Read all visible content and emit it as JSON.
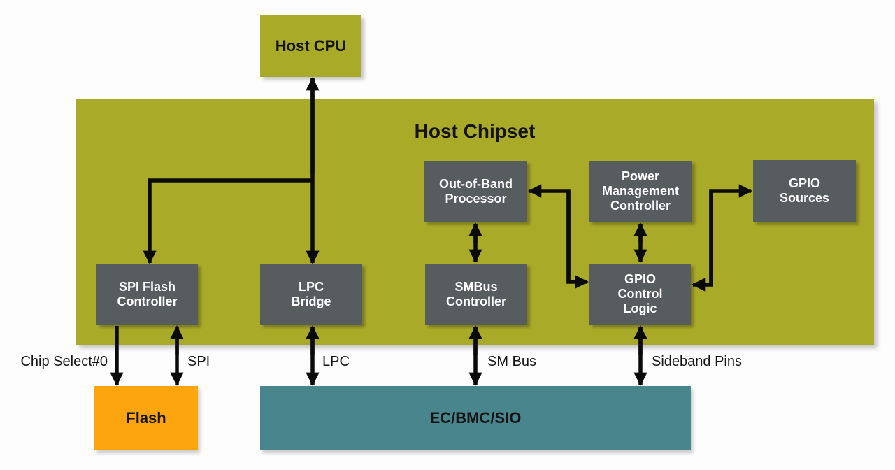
{
  "diagram": {
    "type": "block-diagram",
    "nodes": {
      "host_cpu": "Host CPU",
      "host_chipset": "Host Chipset",
      "out_of_band_processor": "Out-of-Band\nProcessor",
      "power_management_controller": "Power\nManagement\nController",
      "gpio_sources": "GPIO\nSources",
      "spi_flash_controller": "SPI Flash\nController",
      "lpc_bridge": "LPC\nBridge",
      "smbus_controller": "SMBus\nController",
      "gpio_control_logic": "GPIO\nControl\nLogic",
      "flash": "Flash",
      "ec_bmc_sio": "EC/BMC/SIO"
    },
    "connections": [
      {
        "between": [
          "host_cpu",
          "lpc_bridge"
        ],
        "arrows": "both",
        "label": ""
      },
      {
        "between": [
          "host_cpu_trunk",
          "spi_flash_controller"
        ],
        "arrows": "into_spi_flash_controller",
        "label": ""
      },
      {
        "between": [
          "out_of_band_processor",
          "smbus_controller"
        ],
        "arrows": "both",
        "label": ""
      },
      {
        "between": [
          "out_of_band_processor",
          "gpio_control_logic"
        ],
        "arrows": "both",
        "label": ""
      },
      {
        "between": [
          "power_management_controller",
          "gpio_control_logic"
        ],
        "arrows": "both",
        "label": ""
      },
      {
        "between": [
          "gpio_control_logic",
          "gpio_sources"
        ],
        "arrows": "both",
        "label": ""
      },
      {
        "between": [
          "spi_flash_controller",
          "flash"
        ],
        "arrows": "into_flash",
        "label": "Chip Select#0"
      },
      {
        "between": [
          "spi_flash_controller",
          "flash"
        ],
        "arrows": "both",
        "label": "SPI"
      },
      {
        "between": [
          "lpc_bridge",
          "ec_bmc_sio"
        ],
        "arrows": "both",
        "label": "LPC"
      },
      {
        "between": [
          "smbus_controller",
          "ec_bmc_sio"
        ],
        "arrows": "both",
        "label": "SM Bus"
      },
      {
        "between": [
          "gpio_control_logic",
          "ec_bmc_sio"
        ],
        "arrows": "both",
        "label": "Sideband Pins"
      }
    ],
    "colors": {
      "chipset_green": "#a9aa28",
      "module_gray": "#575c5f",
      "flash_orange": "#fca50f",
      "ec_teal": "#48858d",
      "arrow_black": "#0a0a0a",
      "background": "#fdfdfd"
    }
  }
}
